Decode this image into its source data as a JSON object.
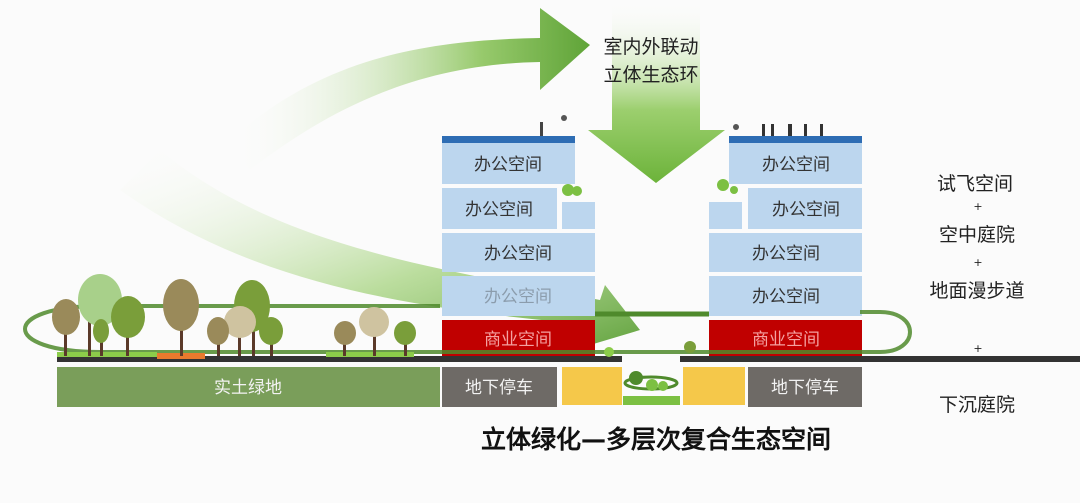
{
  "top_caption": [
    "室内外联动",
    "立体生态环"
  ],
  "left_building": {
    "floors": [
      "办公空间",
      "办公空间",
      "办公空间",
      "办公空间"
    ],
    "commercial": "商业空间",
    "parking": "地下停车"
  },
  "right_building": {
    "floors": [
      "办公空间",
      "办公空间",
      "办公空间",
      "办公空间"
    ],
    "commercial": "商业空间",
    "parking": "地下停车"
  },
  "ground_green": "实土绿地",
  "side_labels": {
    "flight": "试飞空间",
    "plus1": "+",
    "sky_garden": "空中庭院",
    "plus2": "+",
    "walkway": "地面漫步道",
    "plus3": "+",
    "sunken": "下沉庭院"
  },
  "title": "立体绿化—多层次复合生态空间",
  "colors": {
    "office": "#bcd6ee",
    "roof": "#2e6db4",
    "commercial": "#c00000",
    "parking": "#6e6a66",
    "soil": "#7a9e5a",
    "courtyard": "#f5c84a",
    "arrow": "#5aa02c"
  }
}
